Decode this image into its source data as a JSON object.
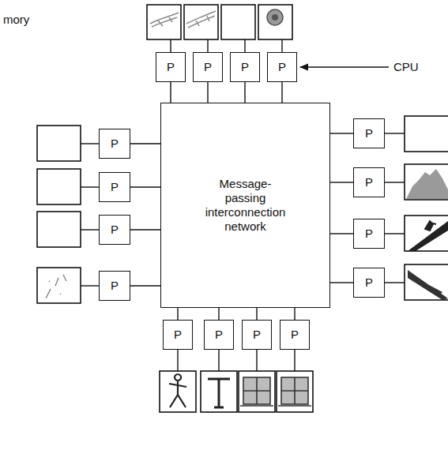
{
  "diagram": {
    "nodes": [
      {
        "text": [
          "P"
        ]
      },
      {
        "text": [
          "P"
        ]
      },
      {
        "text": [
          "P"
        ]
      },
      {
        "text": [
          "P"
        ]
      },
      {
        "text": [
          "P"
        ]
      },
      {
        "text": [
          "P"
        ]
      },
      {
        "text": [
          "P"
        ]
      },
      {
        "text": [
          "P"
        ]
      },
      {
        "text": [
          "Message-passing interconnection network"
        ]
      },
      {
        "text": [
          "P"
        ]
      },
      {
        "text": [
          "P"
        ]
      },
      {
        "text": [
          "P"
        ]
      },
      {
        "text": [
          "P"
        ]
      },
      {
        "text": [
          "P"
        ]
      },
      {
        "text": [
          "P"
        ]
      },
      {
        "text": [
          "P"
        ]
      },
      {
        "text": [
          "P"
        ]
      }
    ],
    "edges": [
      {
        "from": 0,
        "to": 8,
        "arrow": "none"
      },
      {
        "from": 1,
        "to": 8,
        "arrow": "none"
      },
      {
        "from": 2,
        "to": 8,
        "arrow": "none"
      },
      {
        "from": 3,
        "to": 8,
        "arrow": "none"
      },
      {
        "from": 4,
        "to": 8,
        "arrow": "none"
      },
      {
        "from": 5,
        "to": 8,
        "arrow": "none"
      },
      {
        "from": 6,
        "to": 8,
        "arrow": "none"
      },
      {
        "from": 7,
        "to": 8,
        "arrow": "none"
      },
      {
        "from": 9,
        "to": 8,
        "arrow": "none"
      },
      {
        "from": 10,
        "to": 8,
        "arrow": "none"
      },
      {
        "from": 11,
        "to": 8,
        "arrow": "none"
      },
      {
        "from": 12,
        "to": 8,
        "arrow": "none"
      },
      {
        "from": 13,
        "to": 8,
        "arrow": "none"
      },
      {
        "from": 14,
        "to": 8,
        "arrow": "none"
      },
      {
        "from": 15,
        "to": 8,
        "arrow": "none"
      },
      {
        "from": 16,
        "to": 8,
        "arrow": "none"
      }
    ],
    "labels": [
      "mory",
      "CPU"
    ]
  }
}
